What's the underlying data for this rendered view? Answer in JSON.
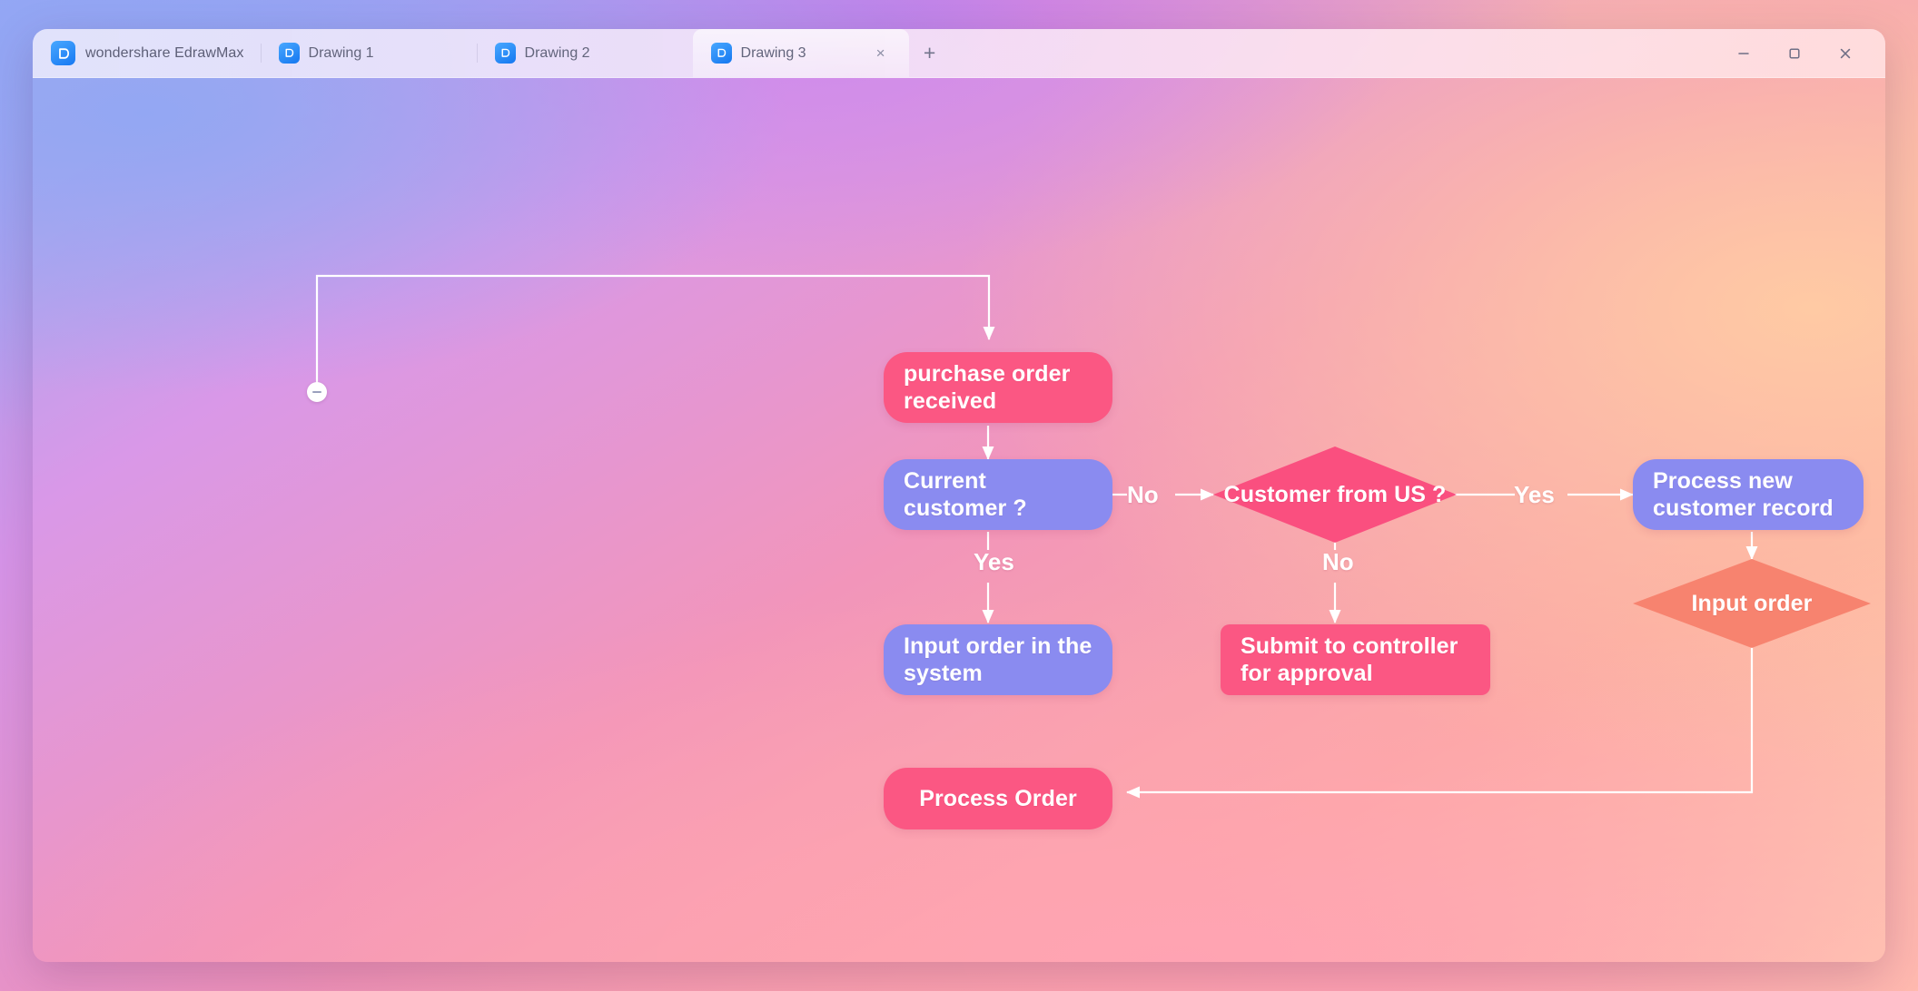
{
  "window": {
    "brand": "wondershare EdrawMax",
    "brand_icon": "edrawmax-logo-icon",
    "tabs": [
      {
        "label": "Drawing 1",
        "icon": "document-icon",
        "active": false,
        "closable": false
      },
      {
        "label": "Drawing 2",
        "icon": "document-icon",
        "active": false,
        "closable": false
      },
      {
        "label": "Drawing 3",
        "icon": "document-icon",
        "active": true,
        "closable": true
      }
    ],
    "tab_close_glyph": "×",
    "new_tab_glyph": "+",
    "controls": {
      "minimize": "minimize-icon",
      "maximize": "maximize-icon",
      "close": "close-icon"
    }
  },
  "canvas": {
    "collapse_handle": "collapse-handle",
    "nodes": [
      {
        "id": "purchase-order-received",
        "text": "purchase order received",
        "shape": "rounded",
        "fill": "#fb5783",
        "align": "left"
      },
      {
        "id": "current-customer",
        "text": "Current customer ?",
        "shape": "rounded",
        "fill": "#8a8bf0",
        "align": "left"
      },
      {
        "id": "customer-from-us",
        "text": "Customer from US ?",
        "shape": "diamond",
        "fill": "#fa4f7f",
        "align": "center"
      },
      {
        "id": "process-new-customer",
        "text": "Process new customer record",
        "shape": "rounded",
        "fill": "#8a8bf0",
        "align": "left"
      },
      {
        "id": "input-order-in-system",
        "text": "Input order in the system",
        "shape": "rounded",
        "fill": "#8a8bf0",
        "align": "left"
      },
      {
        "id": "submit-to-controller",
        "text": "Submit to controller for approval",
        "shape": "soft",
        "fill": "#fb5783",
        "align": "left"
      },
      {
        "id": "input-order",
        "text": "Input order",
        "shape": "diamond",
        "fill": "#f7836f",
        "align": "center"
      },
      {
        "id": "process-order",
        "text": "Process Order",
        "shape": "rounded",
        "fill": "#fb5783",
        "align": "center"
      }
    ],
    "edge_labels": [
      {
        "id": "edge-no-current-customer",
        "text": "No"
      },
      {
        "id": "edge-yes-current-customer",
        "text": "Yes"
      },
      {
        "id": "edge-yes-customer-from-us",
        "text": "Yes"
      },
      {
        "id": "edge-no-customer-from-us",
        "text": "No"
      }
    ],
    "connector_color": "#ffffff"
  }
}
